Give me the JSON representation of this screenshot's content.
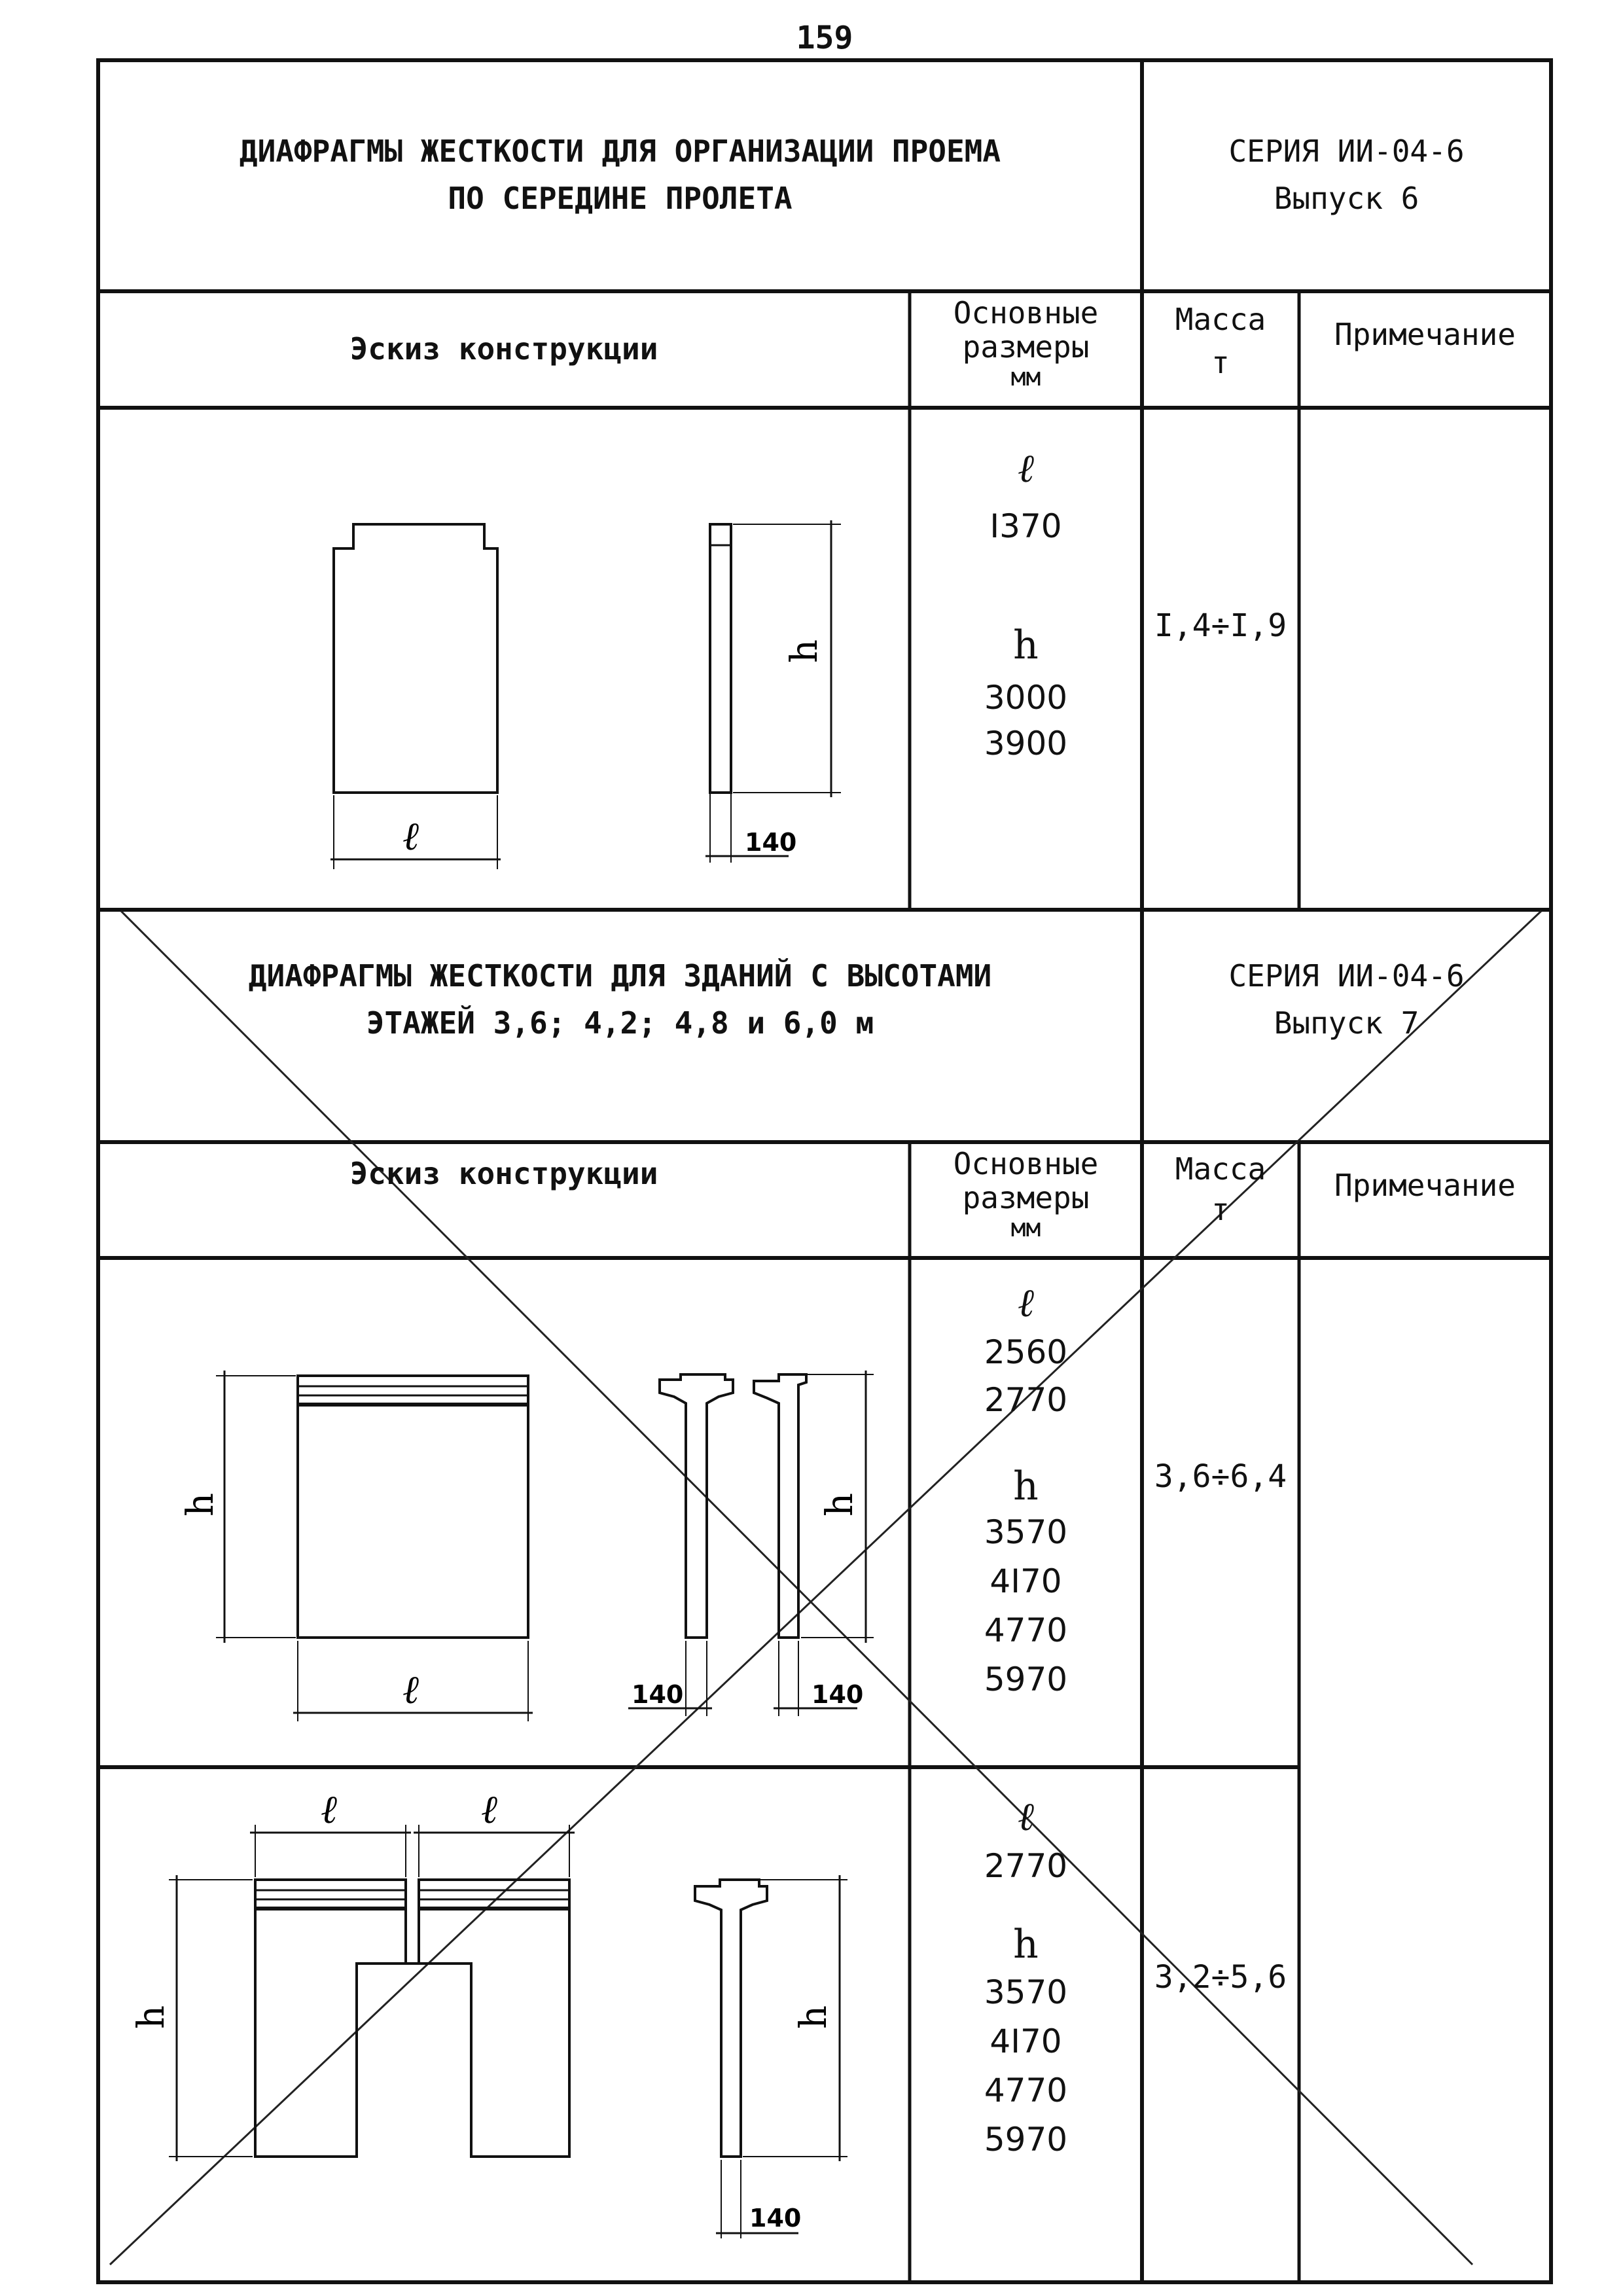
{
  "page_number": "159",
  "block1": {
    "title_line1": "ДИАФРАГМЫ ЖЕСТКОСТИ ДЛЯ ОРГАНИЗАЦИИ ПРОЕМА",
    "title_line2": "ПО СЕРЕДИНЕ ПРОЛЕТА",
    "series_line1": "СЕРИЯ ИИ-04-6",
    "series_line2": "Выпуск 6",
    "headers": {
      "sketch": "Эскиз конструкции",
      "dims_line1": "Основные",
      "dims_line2": "размеры",
      "dims_line3": "мм",
      "mass_line1": "Масса",
      "mass_line2": "т",
      "note": "Примечание"
    },
    "row": {
      "l_symbol": "ℓ",
      "l_value": "I370",
      "h_symbol": "h",
      "h_values": [
        "3000",
        "3900"
      ],
      "mass": "I,4÷I,9",
      "sketch_labels": {
        "l": "ℓ",
        "h": "h",
        "thickness": "140"
      }
    }
  },
  "block2": {
    "title_line1": "ДИАФРАГМЫ ЖЕСТКОСТИ ДЛЯ ЗДАНИЙ С ВЫСОТАМИ",
    "title_line2": "ЭТАЖЕЙ 3,6; 4,2; 4,8 и 6,0 м",
    "series_line1": "СЕРИЯ ИИ-04-6",
    "series_line2": "Выпуск 7",
    "headers": {
      "sketch": "Эскиз конструкции",
      "dims_line1": "Основные",
      "dims_line2": "размеры",
      "dims_line3": "мм",
      "mass_line1": "Масса",
      "mass_line2": "т",
      "note": "Примечание"
    },
    "row1": {
      "l_symbol": "ℓ",
      "l_values": [
        "2560",
        "2770"
      ],
      "h_symbol": "h",
      "h_values": [
        "3570",
        "4I70",
        "4770",
        "5970"
      ],
      "mass": "3,6÷6,4",
      "sketch_labels": {
        "l": "ℓ",
        "h": "h",
        "h2": "h",
        "thickness1": "140",
        "thickness2": "140"
      }
    },
    "row2": {
      "l_symbol": "ℓ",
      "l_value": "2770",
      "h_symbol": "h",
      "h_values": [
        "3570",
        "4I70",
        "4770",
        "5970"
      ],
      "mass": "3,2÷5,6",
      "sketch_labels": {
        "l1": "ℓ",
        "l2": "ℓ",
        "h": "h",
        "h2": "h",
        "thickness": "140"
      }
    }
  }
}
